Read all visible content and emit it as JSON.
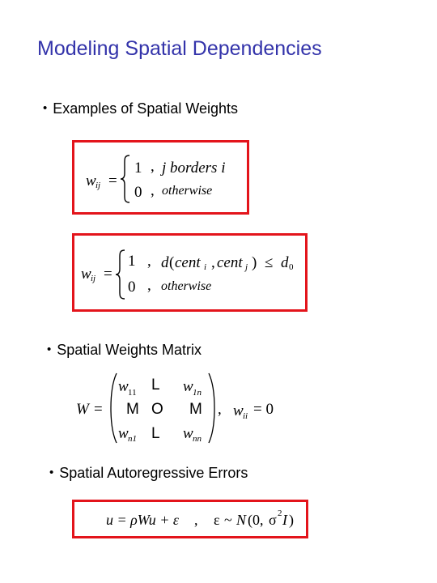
{
  "slide": {
    "title": "Modeling Spatial Dependencies",
    "bullets": [
      {
        "text": "Examples of Spatial Weights"
      },
      {
        "text": "Spatial Weights Matrix"
      },
      {
        "text": "Spatial Autoregressive Errors"
      }
    ],
    "bullet_glyph": "•",
    "accent_color": "#e3141b",
    "title_color": "#3333aa"
  },
  "formula1": {
    "lhs": "w",
    "lhs_sub": "ij",
    "eq": "=",
    "case1_value": "1",
    "case1_comma": ",",
    "case1_cond": "j borders i",
    "case2_value": "0",
    "case2_comma": ",",
    "case2_cond": "otherwise"
  },
  "formula2": {
    "lhs": "w",
    "lhs_sub": "ij",
    "eq": "=",
    "case1_value": "1",
    "case1_comma": ",",
    "d": "d",
    "open": "(",
    "cent1": "cent",
    "cent1_sub": "i",
    "sep": ",",
    "cent2": "cent",
    "cent2_sub": "j",
    "close": ")",
    "le": "≤",
    "d0": "d",
    "d0_sub": "0",
    "case2_value": "0",
    "case2_comma": ",",
    "case2_cond": "otherwise"
  },
  "formula3": {
    "lhs": "W",
    "eq": "=",
    "m11": "w",
    "m11_sub": "11",
    "m12": "L",
    "m13": "w",
    "m13_sub": "1n",
    "m21": "M",
    "m22": "O",
    "m23": "M",
    "m31": "w",
    "m31_sub": "n1",
    "m32": "L",
    "m33": "w",
    "m33_sub": "nn",
    "comma": ",",
    "cond": "w",
    "cond_sub": "ii",
    "cond_eq": "= 0"
  },
  "formula4": {
    "expr1": "u = ρWu + ε",
    "comma": ",",
    "eps": "ε",
    "tilde": "~",
    "N": "N",
    "args_open": "(0,",
    "sigma": "σ",
    "sigma_sup": "2",
    "I": "I",
    "args_close": ")"
  }
}
